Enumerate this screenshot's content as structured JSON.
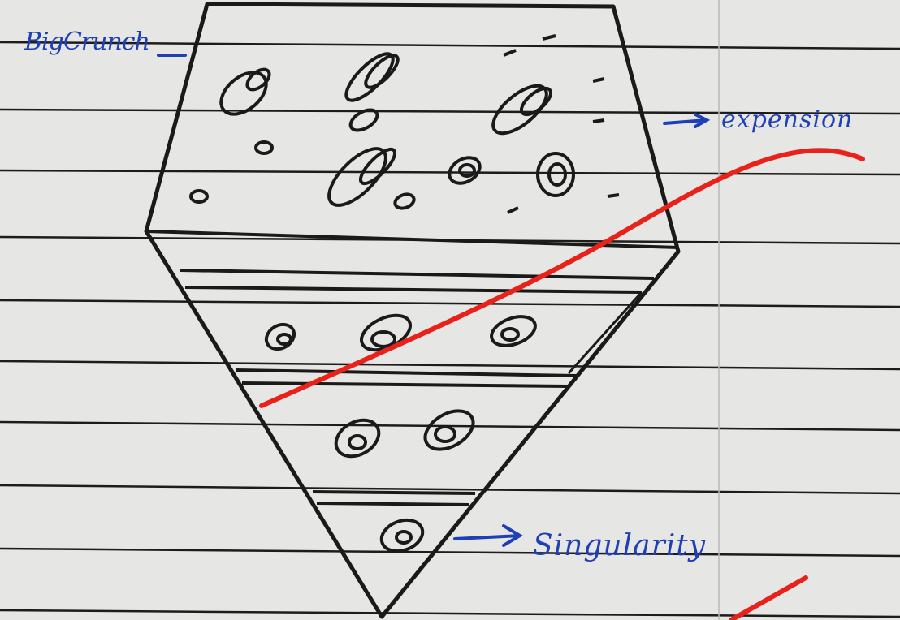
{
  "labels": {
    "big_crunch": "BigCrunch",
    "expansion": "expension",
    "singularity": "Singularity"
  },
  "colors": {
    "paper": "#e6e6e4",
    "ruled_line": "#1c1c1c",
    "pencil": "#1a1a1a",
    "ink": "#1f3fb5",
    "red_marker": "#e8221b"
  }
}
